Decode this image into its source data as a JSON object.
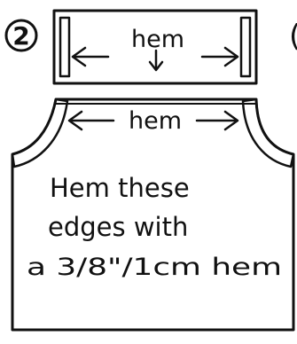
{
  "step": {
    "number": "2",
    "next_partial": "("
  },
  "band_piece": {
    "label": "hem"
  },
  "body_piece": {
    "label": "hem",
    "instruction_lines": [
      "Hem these",
      "edges with",
      "a 3/8\"/1cm hem"
    ]
  },
  "colors": {
    "ink": "#111111",
    "paper": "#ffffff"
  }
}
